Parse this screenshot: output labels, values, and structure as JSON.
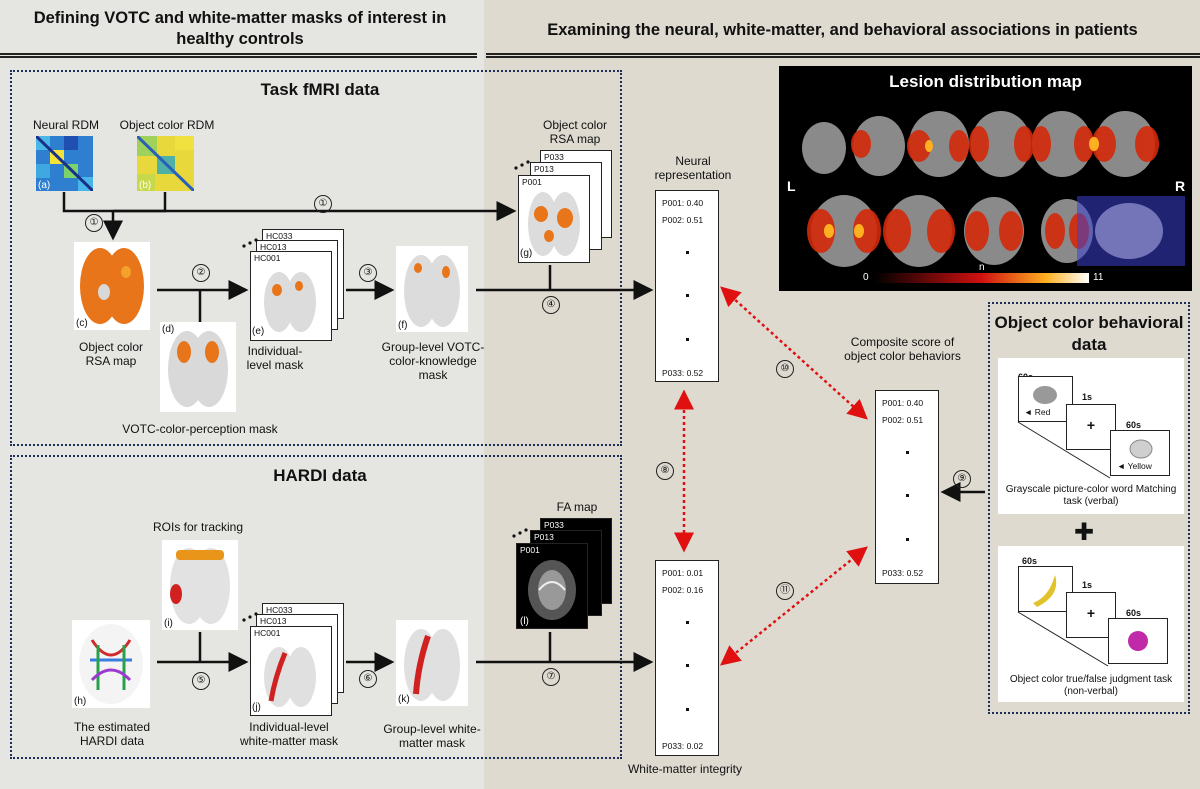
{
  "headers": {
    "left": "Defining VOTC and white-matter masks of interest in healthy controls",
    "right": "Examining the neural, white-matter, and behavioral associations in patients"
  },
  "task_fmri": {
    "title": "Task fMRI data",
    "neural_rdm": "Neural RDM",
    "object_color_rdm": "Object color RDM",
    "tag_a": "(a)",
    "tag_b": "(b)",
    "tag_c": "(c)",
    "tag_d": "(d)",
    "tag_e": "(e)",
    "tag_f": "(f)",
    "tag_g": "(g)",
    "object_color_rsa_map": "Object color RSA map",
    "votc_perception_mask": "VOTC-color-perception mask",
    "individual_mask": "Individual-level mask",
    "group_mask": "Group-level VOTC-color-knowledge mask",
    "rsa_map_title": "Object color RSA map",
    "stack_g": [
      "P033",
      "P013",
      "P001"
    ],
    "stack_e": [
      "HC033",
      "HC013",
      "HC001"
    ]
  },
  "hardi": {
    "title": "HARDI data",
    "rois_for_tracking": "ROIs for tracking",
    "tag_h": "(h)",
    "tag_i": "(i)",
    "tag_j": "(j)",
    "tag_k": "(k)",
    "tag_l": "(l)",
    "estimated_hardi": "The estimated HARDI data",
    "individual_wm": "Individual-level white-matter mask",
    "group_wm": "Group-level white-matter mask",
    "fa_map": "FA map",
    "stack_j": [
      "HC033",
      "HC013",
      "HC001"
    ],
    "stack_l": [
      "P033",
      "P013",
      "P001"
    ]
  },
  "steps": [
    "①",
    "①",
    "②",
    "③",
    "④",
    "⑤",
    "⑥",
    "⑦",
    "⑧",
    "⑨",
    "⑩",
    "⑪"
  ],
  "neural_representation": {
    "title": "Neural representation",
    "values": [
      "P001: 0.40",
      "P002: 0.51",
      "P033: 0.52"
    ]
  },
  "white_matter_integrity": {
    "title": "White-matter integrity",
    "values": [
      "P001: 0.01",
      "P002: 0.16",
      "P033: 0.02"
    ]
  },
  "composite": {
    "title": "Composite score of object color behaviors",
    "values": [
      "P001: 0.40",
      "P002: 0.51",
      "P033: 0.52"
    ]
  },
  "lesion_map": {
    "title": "Lesion distribution map",
    "left_label": "L",
    "right_label": "R",
    "scale_min": "0",
    "scale_mid": "n",
    "scale_max": "11"
  },
  "behavioral": {
    "title": "Object color behavioral data",
    "task1": {
      "t1": "60s",
      "t2": "1s",
      "t3": "60s",
      "word1": "◄ Red",
      "plus": "+",
      "word2": "◄ Yellow",
      "caption": "Grayscale picture-color word Matching task (verbal)"
    },
    "plus_sign": "✚",
    "task2": {
      "t1": "60s",
      "t2": "1s",
      "t3": "60s",
      "plus": "+",
      "caption": "Object color true/false judgment task (non-verbal)"
    }
  },
  "colors": {
    "accent_red": "#e01010",
    "panel_border": "#1d2d5a",
    "brain_orange": "#e8751a"
  }
}
